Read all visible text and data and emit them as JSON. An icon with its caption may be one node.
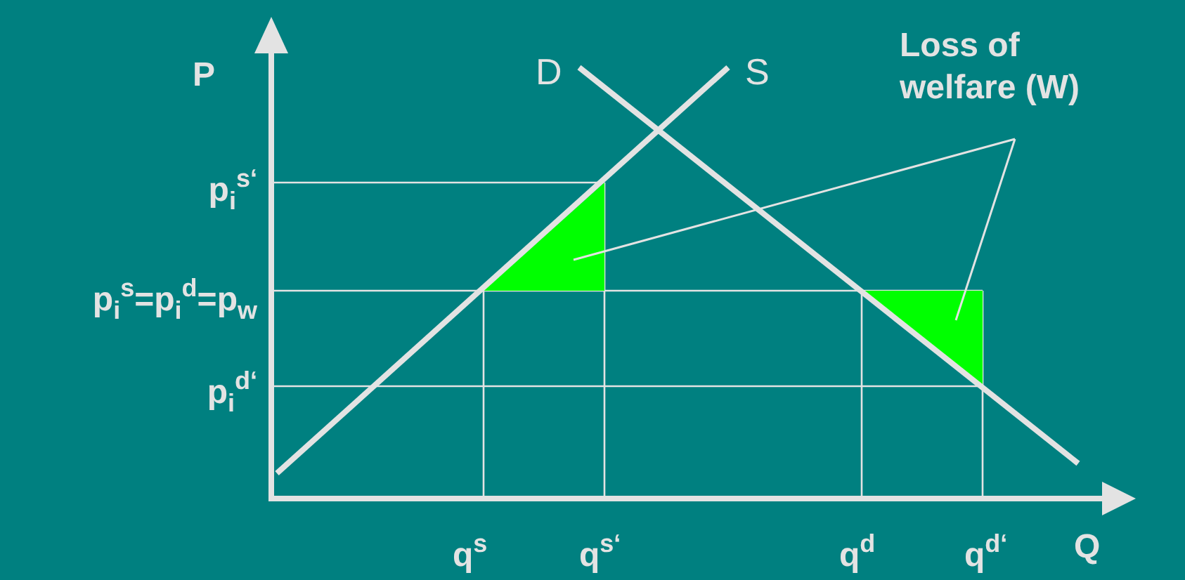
{
  "diagram": {
    "nodes": [
      {
        "text": [
          "Loss of welfare (W)"
        ]
      },
      {
        "text": [],
        "shape": "triangle"
      },
      {
        "text": [],
        "shape": "triangle"
      }
    ],
    "edges": [
      {
        "from": 0,
        "to": 1,
        "arrow": "none"
      },
      {
        "from": 0,
        "to": 2,
        "arrow": "none"
      }
    ],
    "labels": [
      "P",
      "D",
      "S",
      "p$_{i}$$^{s‘}$",
      "p$_{i}$$^{s}$=p$_{i}$$^{d}$=p$_{w}$",
      "p$_{i}$$^{d‘}$",
      "q$^{s}$",
      "q$^{s‘}$",
      "q$^{d}$",
      "q$^{d‘}$",
      "Q"
    ]
  }
}
